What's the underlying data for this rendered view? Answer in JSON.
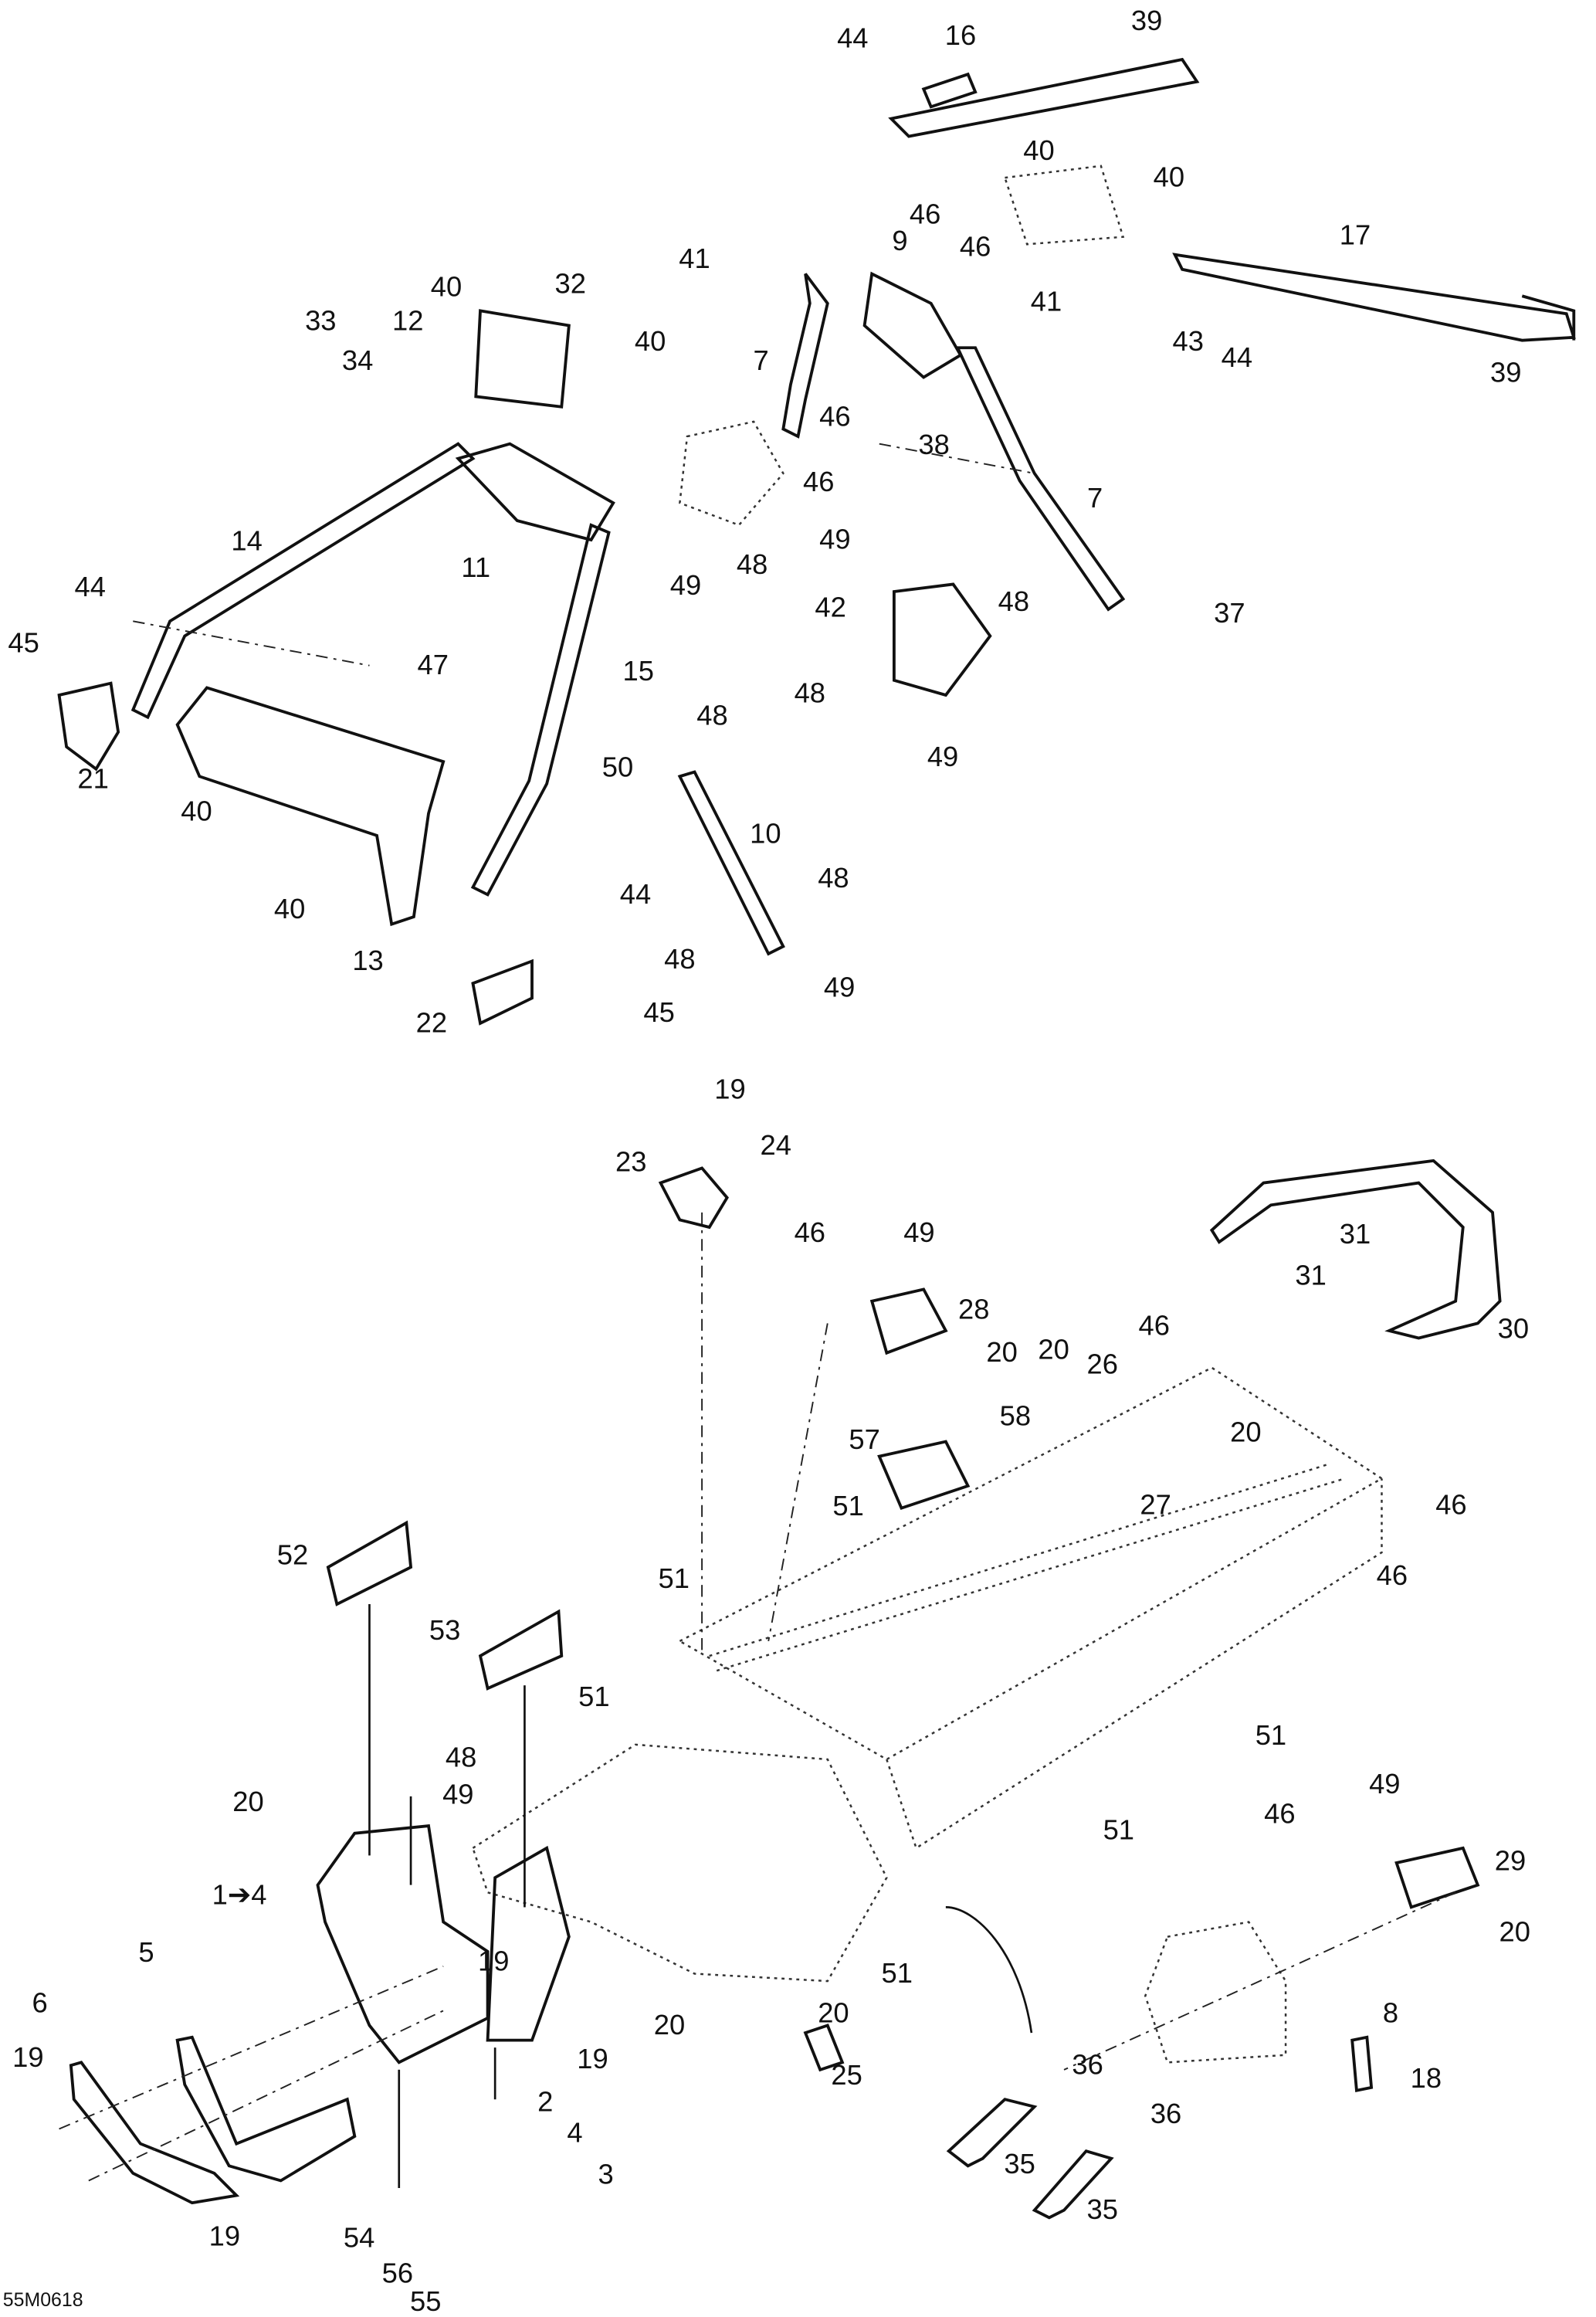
{
  "diagram_id": "55M0618",
  "callouts": [
    "44",
    "16",
    "39",
    "40",
    "40",
    "46",
    "46",
    "9",
    "41",
    "17",
    "41",
    "40",
    "32",
    "12",
    "33",
    "40",
    "34",
    "7",
    "43",
    "44",
    "39",
    "46",
    "38",
    "46",
    "14",
    "11",
    "7",
    "49",
    "49",
    "48",
    "44",
    "45",
    "47",
    "15",
    "42",
    "48",
    "37",
    "48",
    "49",
    "48",
    "50",
    "10",
    "21",
    "40",
    "40",
    "44",
    "48",
    "13",
    "48",
    "49",
    "22",
    "45",
    "19",
    "24",
    "23",
    "46",
    "49",
    "28",
    "31",
    "20",
    "31",
    "30",
    "46",
    "20",
    "26",
    "20",
    "57",
    "58",
    "46",
    "27",
    "51",
    "52",
    "46",
    "51",
    "53",
    "51",
    "51",
    "48",
    "49",
    "20",
    "49",
    "46",
    "51",
    "29",
    "1➔4",
    "5",
    "19",
    "20",
    "6",
    "51",
    "20",
    "20",
    "8",
    "19",
    "19",
    "18",
    "2",
    "36",
    "25",
    "36",
    "4",
    "3",
    "35",
    "35",
    "19",
    "54",
    "56",
    "55"
  ]
}
